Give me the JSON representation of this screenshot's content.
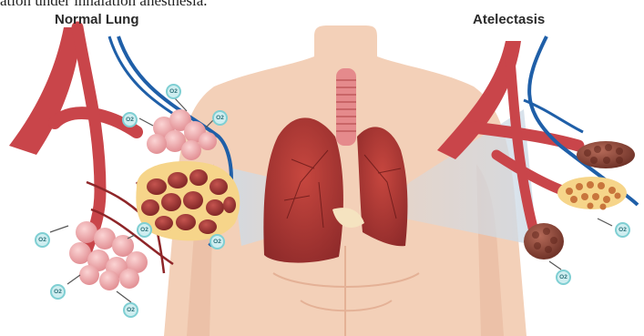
{
  "caption_fragment": "ation under inhalation anesthesia.",
  "titles": {
    "normal": "Normal Lung",
    "atelectasis": "Atelectasis"
  },
  "o2_label": "O2",
  "colors": {
    "skin": "#f3d0b8",
    "skin_shadow": "#e7b89c",
    "artery": "#c9454a",
    "artery_dark": "#8e2528",
    "vein": "#1f5fa8",
    "alveoli_pink": "#f1a8a8",
    "alveoli_red": "#a8353a",
    "atelectatic_brown": "#8a4b3d",
    "o2_fill": "#cfeef0",
    "trachea": "#e58a8c"
  }
}
